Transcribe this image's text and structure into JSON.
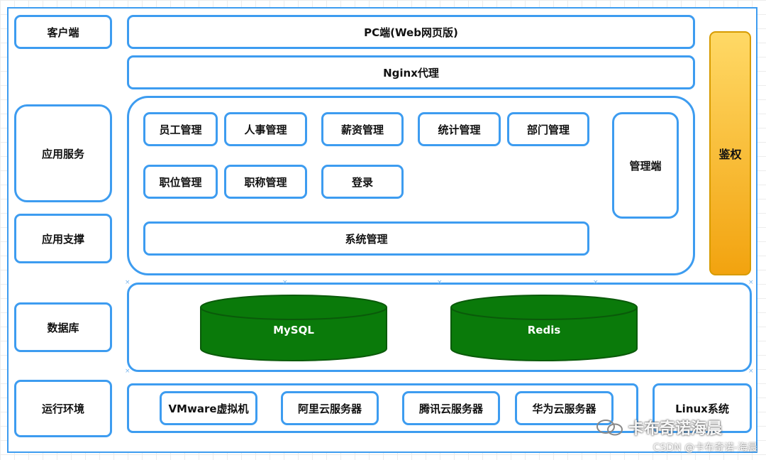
{
  "layers": {
    "client": "客户端",
    "app_service": "应用服务",
    "app_support": "应用支撑",
    "database": "数据库",
    "runtime": "运行环境"
  },
  "client": {
    "pc": "PC端(Web网页版)",
    "proxy": "Nginx代理"
  },
  "services": {
    "employee": "员工管理",
    "hr": "人事管理",
    "salary": "薪资管理",
    "statistics": "统计管理",
    "department": "部门管理",
    "position": "职位管理",
    "title": "职称管理",
    "login": "登录",
    "system": "系统管理",
    "admin": "管理端"
  },
  "auth": "鉴权",
  "databases": {
    "mysql": "MySQL",
    "redis": "Redis"
  },
  "runtime": {
    "vmware": "VMware虚拟机",
    "aliyun": "阿里云服务器",
    "tencent": "腾讯云服务器",
    "huawei": "华为云服务器",
    "linux": "Linux系统"
  },
  "watermark": {
    "main": "卡布奇诺海晨",
    "sub": "CSDN @卡布奇诺-海晨"
  },
  "colors": {
    "border": "#3d9cf0",
    "db_fill": "#0a7a0a",
    "db_stroke": "#0a5a0a",
    "auth_top": "#ffd966",
    "auth_bottom": "#f2a30f"
  }
}
